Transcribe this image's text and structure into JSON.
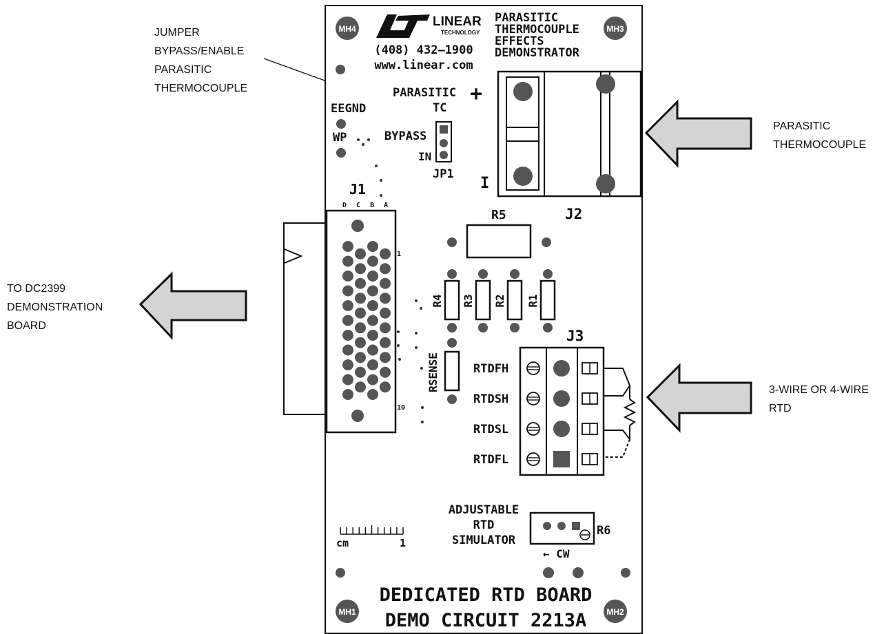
{
  "annotations": {
    "jumper": [
      "JUMPER",
      "BYPASS/ENABLE",
      "PARASITIC",
      "THERMOCOUPLE"
    ],
    "parasitic_tc": [
      "PARASITIC",
      "THERMOCOUPLE"
    ],
    "to_board": [
      "TO DC2399",
      "DEMONSTRATION",
      "BOARD"
    ],
    "rtd": [
      "3-WIRE OR 4-WIRE",
      "RTD"
    ]
  },
  "board": {
    "mounting_holes": [
      "MH4",
      "MH3",
      "MH1",
      "MH2"
    ],
    "logo_text": "LINEAR",
    "logo_sub": "TECHNOLOGY",
    "phone": "(408) 432–1900",
    "website": "www.linear.com",
    "title_lines": [
      "PARASITIC",
      "THERMOCOUPLE",
      "EFFECTS",
      "DEMONSTRATOR"
    ],
    "parasitic_label": "PARASITIC",
    "tc_label": "TC",
    "plus": "+",
    "minus": "I",
    "eegnd": "EEGND",
    "wp": "WP",
    "bypass": "BYPASS",
    "in": "IN",
    "jp1": "JP1",
    "j1": "J1",
    "j1_cols": "D C B A",
    "pin_1": "1",
    "pin_10": "10",
    "j2": "J2",
    "r5": "R5",
    "r4": "R4",
    "r3": "R3",
    "r2": "R2",
    "r1": "R1",
    "j3": "J3",
    "rsense": "RSENSE",
    "rtd_terminals": [
      "RTDFH",
      "RTDSH",
      "RTDSL",
      "RTDFL"
    ],
    "adjustable": [
      "ADJUSTABLE",
      "RTD",
      "SIMULATOR"
    ],
    "r6": "R6",
    "cw": "← CW",
    "ruler_cm": "cm",
    "ruler_1": "1",
    "footer": [
      "DEDICATED RTD BOARD",
      "DEMO CIRCUIT 2213A"
    ]
  },
  "colors": {
    "arrow_fill": "#d4d4d4",
    "ink": "#111111",
    "hole": "#555555"
  }
}
